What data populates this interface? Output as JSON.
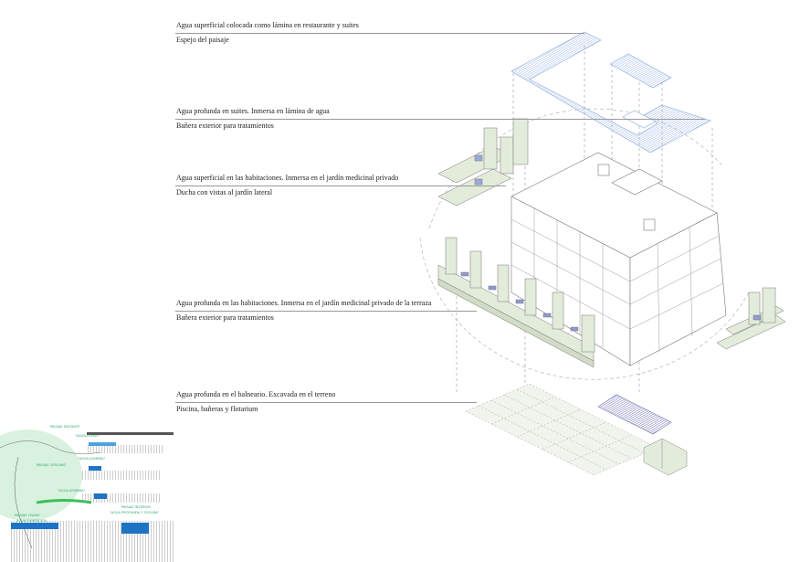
{
  "annotations": [
    {
      "title": "Agua superficial colocada como lámina en restaurante y suites",
      "subtitle": "Espejo del paisaje"
    },
    {
      "title": "Agua profunda en suites. Inmersa en lámina de agua",
      "subtitle": "Bañera exterior para tratamientos"
    },
    {
      "title": "Agua superficial en las habitaciones. Inmersa en el jardín medicinal privado",
      "subtitle": "Ducha con vistas al jardín lateral"
    },
    {
      "title": "Agua profunda en las habitaciones. Inmersa en el jardín medicinal privado de la terraza",
      "subtitle": "Bañera exterior para tratamientos"
    },
    {
      "title": "Agua profunda en el balneario. Excavada en el terreno",
      "subtitle": "Piscina, bañeras y flotarium"
    }
  ],
  "sketch_notes": {
    "paisaje_distante": "PAISAJE DISTANTE",
    "agua_espejo": "\"AGUA-ESPEJO\"",
    "paisaje_cercano": "PAISAJE CERCANO",
    "agua_sombra_1": "\"AGUA-SOMBRA\"",
    "agua_sombra_2": "\"AGUA-SOMBRA\"",
    "paisaje_interior": "PAISAJE INTERIOR",
    "agua_profunda": "\"AGUA PROFUNDA Y OSCURA\"",
    "paisaje_lejano": "PAISAJE LEJANO",
    "agua_sumergida": "AGUA SUMERGIDA"
  },
  "colors": {
    "water_blue": "#a9c3ea",
    "deep_blue": "#6d6fb0",
    "garden_green": "#dfe8d6",
    "sketch_blue": "#1f73c4",
    "sketch_green": "#bfe9c9"
  }
}
